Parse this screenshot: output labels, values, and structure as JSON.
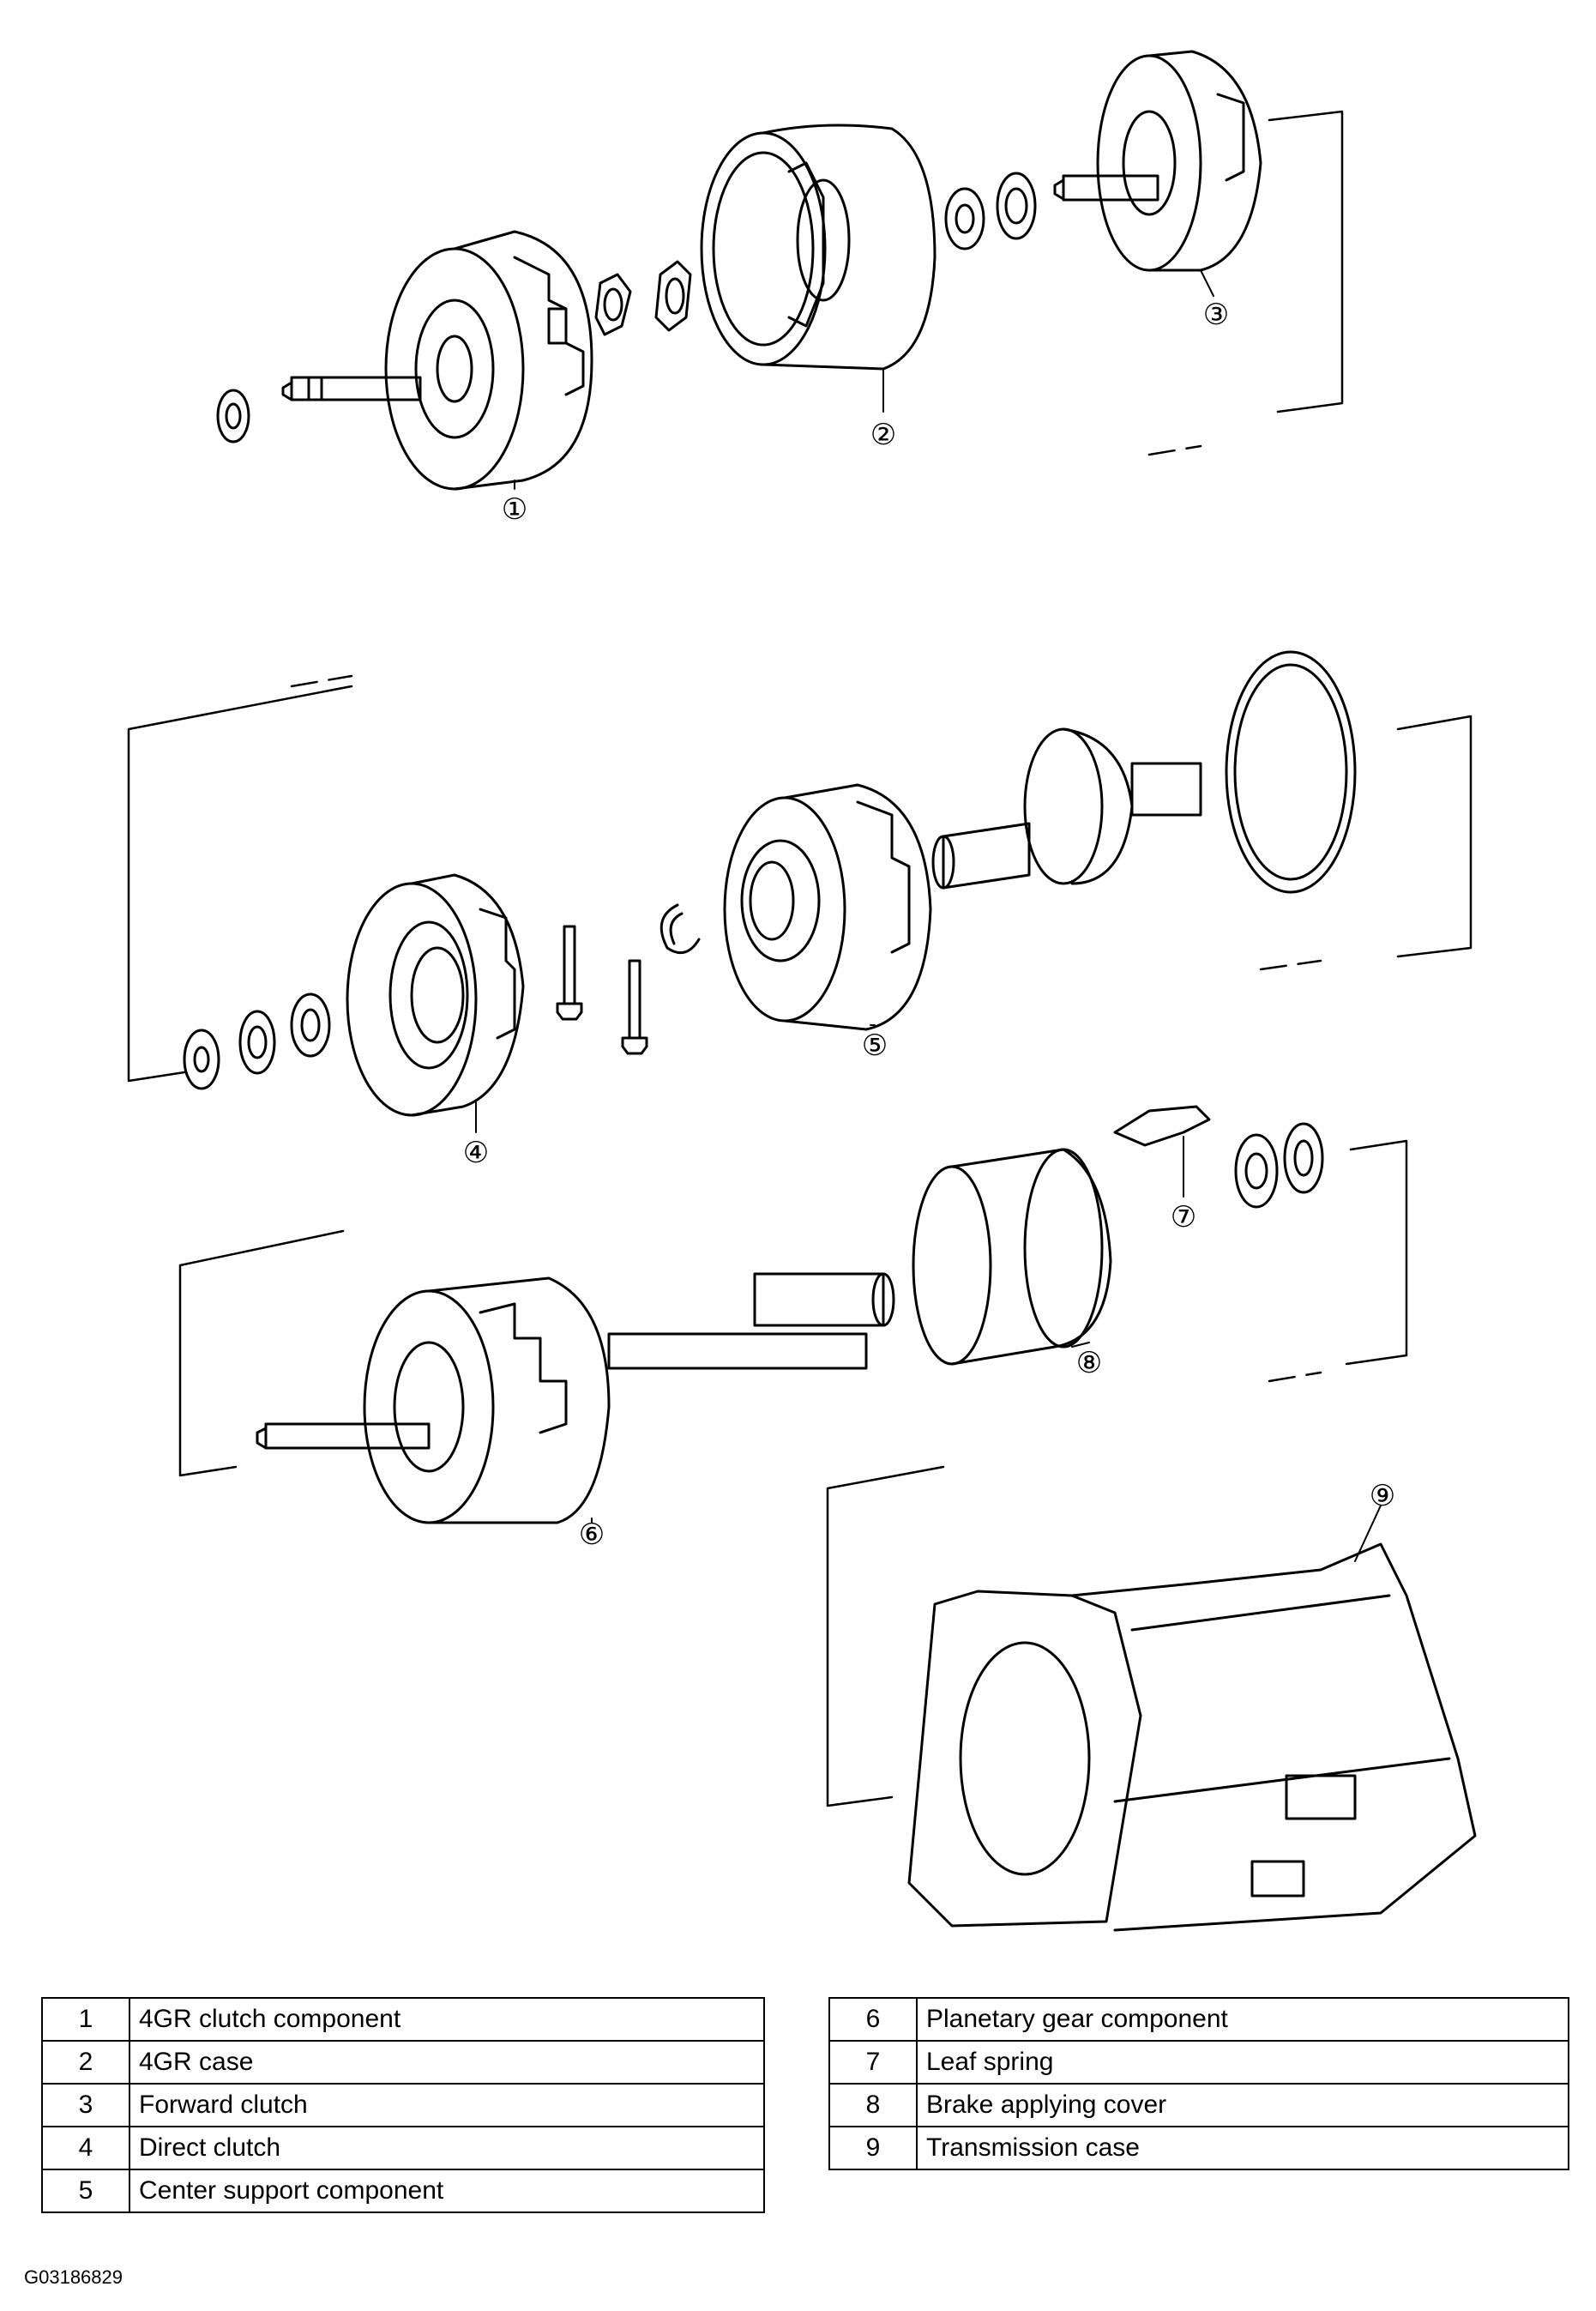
{
  "parts": [
    {
      "num": "1",
      "name": "4GR clutch component"
    },
    {
      "num": "2",
      "name": "4GR case"
    },
    {
      "num": "3",
      "name": "Forward clutch"
    },
    {
      "num": "4",
      "name": "Direct clutch"
    },
    {
      "num": "5",
      "name": "Center support component"
    },
    {
      "num": "6",
      "name": "Planetary gear component"
    },
    {
      "num": "7",
      "name": "Leaf spring"
    },
    {
      "num": "8",
      "name": "Brake applying cover"
    },
    {
      "num": "9",
      "name": "Transmission case"
    }
  ],
  "callouts": [
    "①",
    "②",
    "③",
    "④",
    "⑤",
    "⑥",
    "⑦",
    "⑧",
    "⑨"
  ],
  "figure_id": "G03186829"
}
